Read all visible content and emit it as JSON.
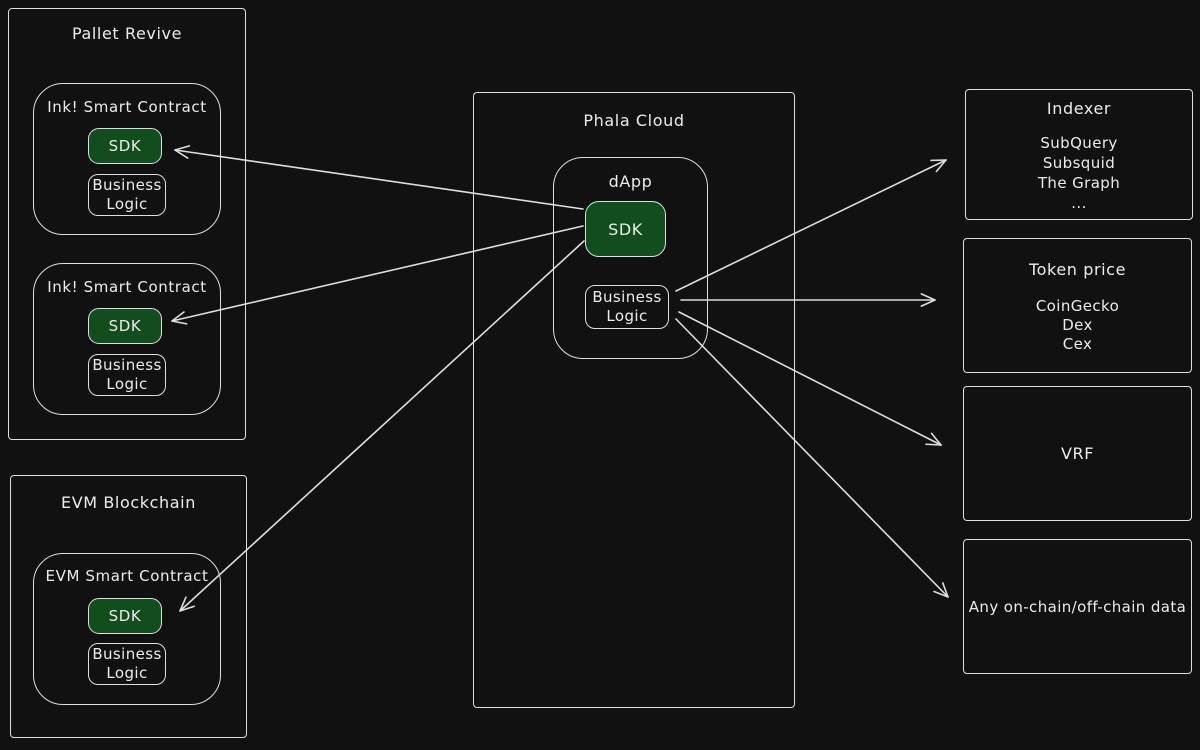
{
  "colors": {
    "background": "#111112",
    "stroke": "#dedede",
    "sdk_fill": "#124e1d",
    "text": "#ececec"
  },
  "pallet_revive": {
    "title": "Pallet Revive",
    "contract1": {
      "title": "Ink! Smart Contract",
      "sdk": "SDK",
      "bl1": "Business",
      "bl2": "Logic"
    },
    "contract2": {
      "title": "Ink! Smart Contract",
      "sdk": "SDK",
      "bl1": "Business",
      "bl2": "Logic"
    }
  },
  "evm_blockchain": {
    "title": "EVM Blockchain",
    "contract": {
      "title": "EVM Smart Contract",
      "sdk": "SDK",
      "bl1": "Business",
      "bl2": "Logic"
    }
  },
  "phala_cloud": {
    "title": "Phala Cloud",
    "dapp": {
      "title": "dApp",
      "sdk": "SDK",
      "bl1": "Business",
      "bl2": "Logic"
    }
  },
  "targets": {
    "indexer": {
      "title": "Indexer",
      "items": [
        "SubQuery",
        "Subsquid",
        "The Graph",
        "..."
      ]
    },
    "token_price": {
      "title": "Token price",
      "items": [
        "CoinGecko",
        "Dex",
        "Cex"
      ]
    },
    "vrf": {
      "title": "VRF"
    },
    "any_data": {
      "title": "Any on-chain/off-chain data"
    }
  },
  "connections": [
    {
      "from": "dapp-sdk",
      "to": "ink-contract-1-sdk"
    },
    {
      "from": "dapp-sdk",
      "to": "ink-contract-2-sdk"
    },
    {
      "from": "dapp-sdk",
      "to": "evm-contract-sdk"
    },
    {
      "from": "dapp-business-logic",
      "to": "indexer"
    },
    {
      "from": "dapp-business-logic",
      "to": "token-price"
    },
    {
      "from": "dapp-business-logic",
      "to": "vrf"
    },
    {
      "from": "dapp-business-logic",
      "to": "any-data"
    }
  ]
}
